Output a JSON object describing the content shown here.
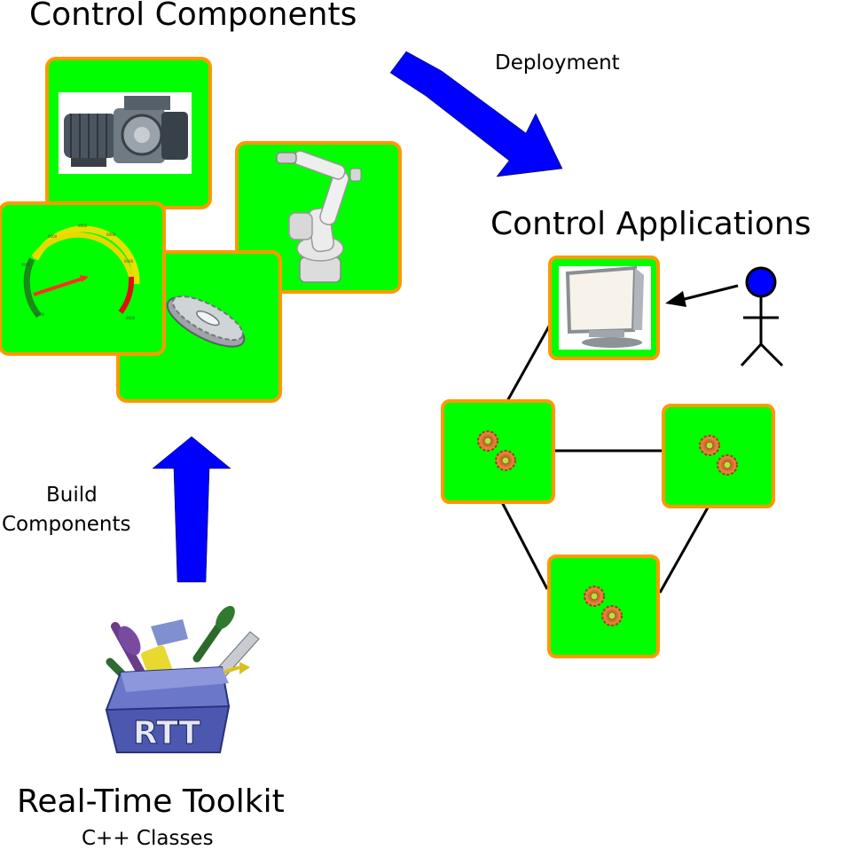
{
  "titles": {
    "control_components": "Control Components",
    "control_applications": "Control Applications",
    "deployment": "Deployment",
    "build_line1": "Build",
    "build_line2": "Components",
    "toolkit": "Real-Time Toolkit",
    "toolkit_sub": "C++ Classes",
    "rtt_logo": "RTT"
  },
  "colors": {
    "box_fill": "#00ff00",
    "box_border": "#ff9900",
    "arrow": "#0000ff",
    "actor": "#0000ff"
  }
}
